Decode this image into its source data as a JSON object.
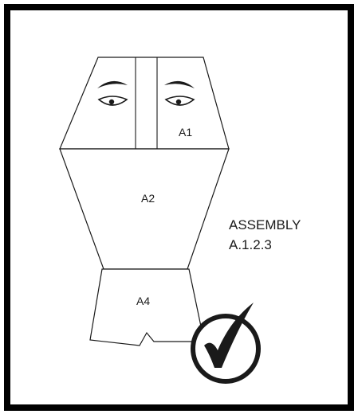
{
  "parts": {
    "head": "A1",
    "torso": "A2",
    "shorts": "A4"
  },
  "assembly": {
    "title": "ASSEMBLY",
    "code": "A.1.2.3"
  },
  "status": {
    "icon": "checkmark-circle-icon",
    "state": "complete"
  },
  "colors": {
    "ink": "#1a1a1a",
    "border": "#000000",
    "background": "#ffffff"
  }
}
